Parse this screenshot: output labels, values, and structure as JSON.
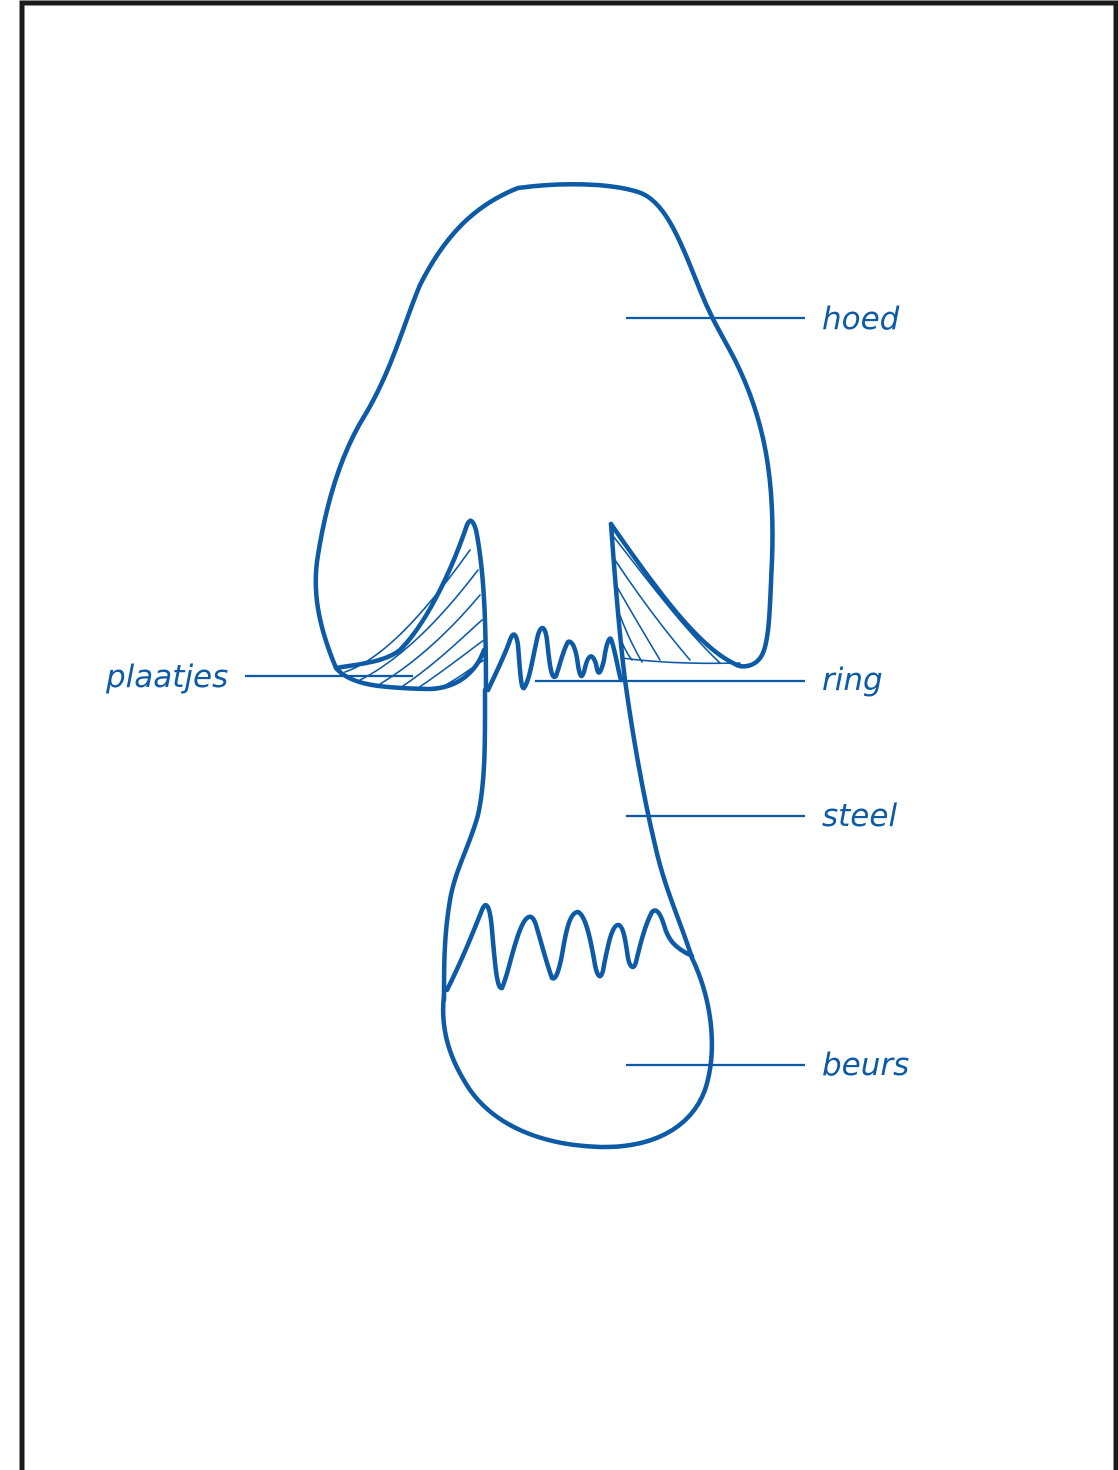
{
  "colors": {
    "ink": "#0d5aa7",
    "frame": "#1a1a1a",
    "background": "#ffffff"
  },
  "labels": {
    "hoed": "hoed",
    "plaatjes": "plaatjes",
    "ring": "ring",
    "steel": "steel",
    "beurs": "beurs"
  }
}
